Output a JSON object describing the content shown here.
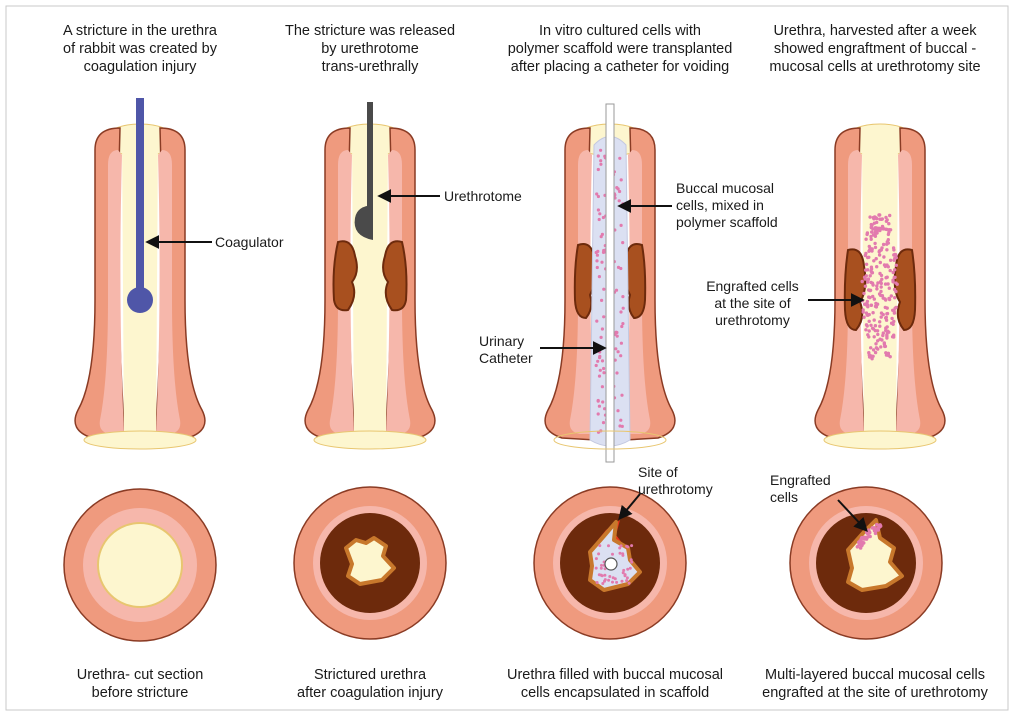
{
  "colors": {
    "tissue": "#ef9a7e",
    "tissue_edge": "#8a3b24",
    "mucosa": "#f6b7ab",
    "lumen": "#fdf6cf",
    "lumen_edge": "#e8c670",
    "stricture": "#a8501f",
    "stricture_dark": "#6d2a0c",
    "coagulator": "#4f56a8",
    "urethrotome": "#4a4a4a",
    "scaffold": "#dbe0f2",
    "cells": "#e27aae",
    "incision": "#e8341c"
  },
  "panels": [
    {
      "top_caption": "A stricture in the urethra\nof rabbit was created by\ncoagulation injury",
      "label": "Coagulator",
      "bottom_caption": "Urethra- cut section\nbefore stricture"
    },
    {
      "top_caption": "The stricture was released\nby urethrotome\ntrans-urethrally",
      "label": "Urethrotome",
      "bottom_caption": "Strictured urethra\nafter coagulation injury"
    },
    {
      "top_caption": "In vitro cultured cells with\npolymer scaffold were transplanted\nafter placing a catheter for voiding",
      "label": "Buccal mucosal\ncells, mixed in\npolymer scaffold",
      "label2": "Urinary\nCatheter",
      "cross_label": "Site of\nurethrotomy",
      "bottom_caption": "Urethra filled with buccal mucosal\ncells encapsulated in scaffold"
    },
    {
      "top_caption": "Urethra, harvested after a week\nshowed engraftment of buccal -\nmucosal cells at urethrotomy site",
      "label": "Engrafted cells\nat the site of\nurethrotomy",
      "cross_label": "Engrafted\ncells",
      "bottom_caption": "Multi-layered buccal mucosal cells\nengrafted at the site of urethrotomy"
    }
  ]
}
